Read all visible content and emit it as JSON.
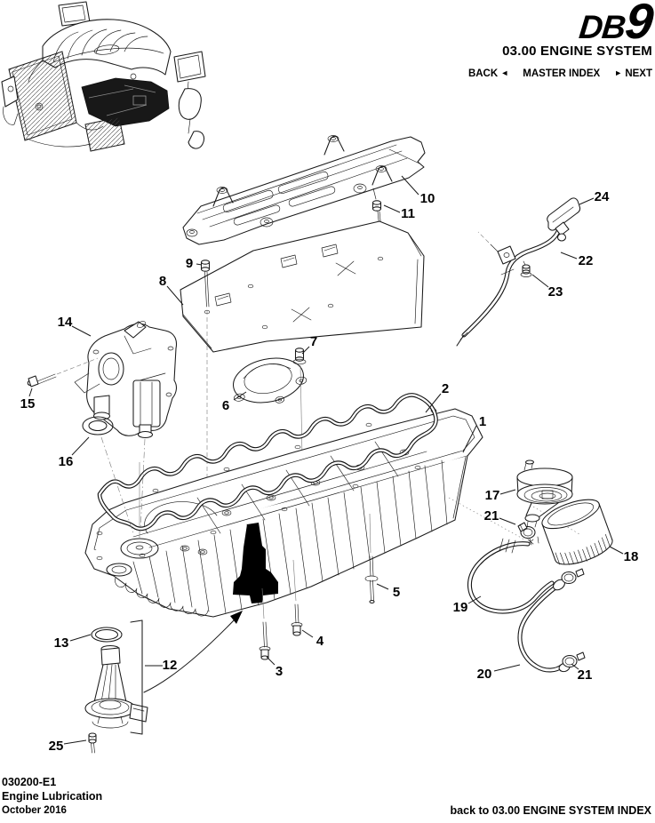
{
  "header": {
    "logo_db": "DB",
    "logo_nine": "9",
    "title": "03.00 ENGINE SYSTEM",
    "nav_back": "BACK",
    "nav_back_arrow": "◄",
    "nav_master": "MASTER INDEX",
    "nav_next_arrow": "►",
    "nav_next": "NEXT"
  },
  "footer": {
    "doc_code": "030200-E1",
    "doc_title": "Engine Lubrication",
    "doc_date": "October 2016",
    "back_link": "back to 03.00 ENGINE SYSTEM INDEX"
  },
  "diagram": {
    "callouts": {
      "p1": "1",
      "p2": "2",
      "p3": "3",
      "p4": "4",
      "p5": "5",
      "p6": "6",
      "p7": "7",
      "p8": "8",
      "p9": "9",
      "p10": "10",
      "p11": "11",
      "p12": "12",
      "p13": "13",
      "p14": "14",
      "p15": "15",
      "p16": "16",
      "p17": "17",
      "p18": "18",
      "p19": "19",
      "p20": "20",
      "p21": "21",
      "p22": "22",
      "p23": "23",
      "p24": "24",
      "p25": "25"
    }
  }
}
